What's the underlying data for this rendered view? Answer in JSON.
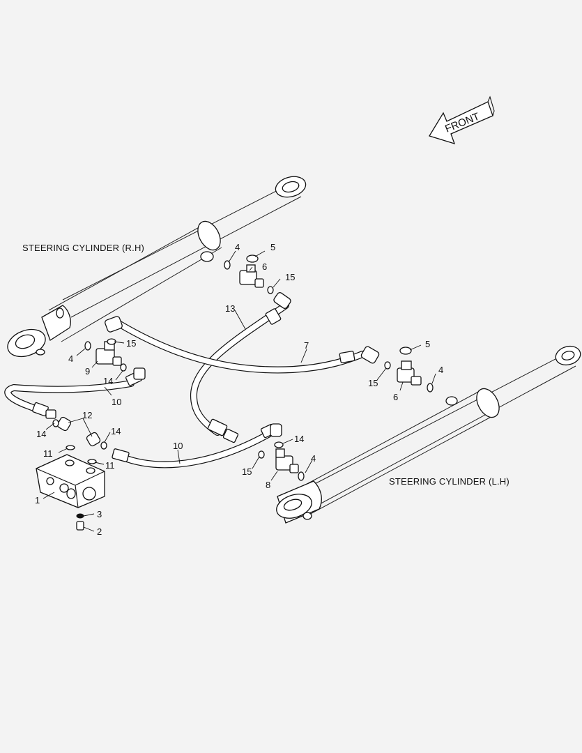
{
  "captions": {
    "cylinder_rh": "STEERING CYLINDER (R.H)",
    "cylinder_lh": "STEERING CYLINDER (L.H)",
    "front": "FRONT"
  },
  "callouts": [
    "1",
    "2",
    "3",
    "4",
    "4",
    "4",
    "4",
    "5",
    "5",
    "6",
    "6",
    "7",
    "8",
    "9",
    "10",
    "10",
    "11",
    "11",
    "12",
    "13",
    "14",
    "14",
    "14",
    "14",
    "15",
    "15",
    "15",
    "15"
  ],
  "colors": {
    "background": "#f3f3f3",
    "line": "#111111"
  }
}
